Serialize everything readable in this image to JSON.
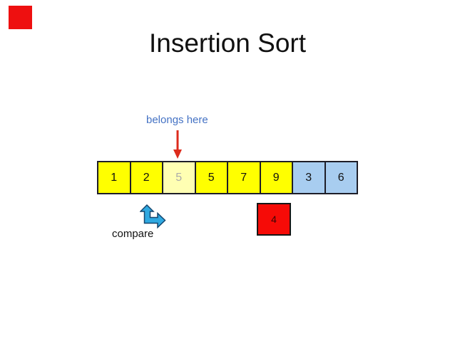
{
  "slide": {
    "title": "Insertion Sort",
    "labels": {
      "belongs_here": "belongs here",
      "compare": "compare"
    },
    "array": {
      "cells": [
        {
          "value": "1",
          "state": "sorted"
        },
        {
          "value": "2",
          "state": "sorted"
        },
        {
          "value": "5",
          "state": "insertion-slot"
        },
        {
          "value": "5",
          "state": "sorted"
        },
        {
          "value": "7",
          "state": "sorted"
        },
        {
          "value": "9",
          "state": "sorted"
        },
        {
          "value": "3",
          "state": "unsorted"
        },
        {
          "value": "6",
          "state": "unsorted"
        }
      ]
    },
    "moving_element": {
      "value": "4"
    },
    "icons": {
      "down_arrow": "red-down-arrow",
      "compare_arrow": "blue-elbow-arrow",
      "corner_marker": "red-square"
    },
    "colors": {
      "sorted_fill": "#ffff00",
      "slot_fill": "#ffffb3",
      "slot_text": "#ababab",
      "unsorted_fill": "#a8cdf0",
      "moving_fill": "#f60b07",
      "label_blue": "#4472c4",
      "arrow_red": "#dd2b1c",
      "arrow_blue_fill": "#2fa9e1",
      "arrow_blue_stroke": "#14466e",
      "corner_red": "#ee1010",
      "cell_border": "#1e1e28",
      "text_black": "#111111"
    }
  }
}
